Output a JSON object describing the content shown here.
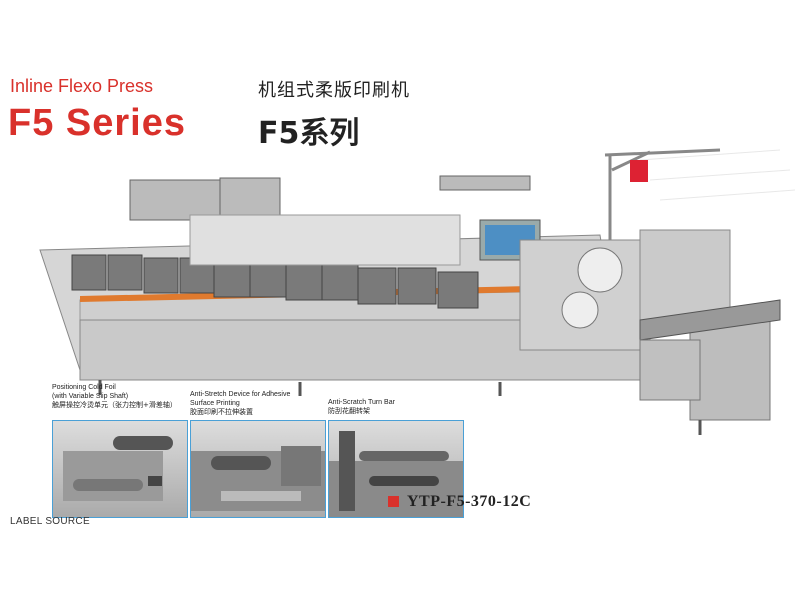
{
  "header": {
    "title_en": "Inline Flexo Press",
    "series_en": "F5 Series",
    "title_cn": "机组式柔版印刷机",
    "series_cn": "F5系列"
  },
  "details": [
    {
      "caption_en_1": "Positioning Cold Foil",
      "caption_en_2": "(with Variable Slip Shaft)",
      "caption_cn": "触屏操控冷烫单元（张力控制+滑差轴）"
    },
    {
      "caption_en_1": "Anti-Stretch Device for Adhesive",
      "caption_en_2": "Surface Printing",
      "caption_cn": "胶面印刷不拉伸装置"
    },
    {
      "caption_en_1": "Anti-Scratch Turn Bar",
      "caption_en_2": "",
      "caption_cn": "防刮花翻转架"
    }
  ],
  "model": "YTP-F5-370-12C",
  "footer": "LABEL SOURCE",
  "colors": {
    "accent": "#d9312b",
    "frame": "#4aa0d6",
    "machine": "#c8c8c8",
    "stripe": "#e07a2e"
  }
}
